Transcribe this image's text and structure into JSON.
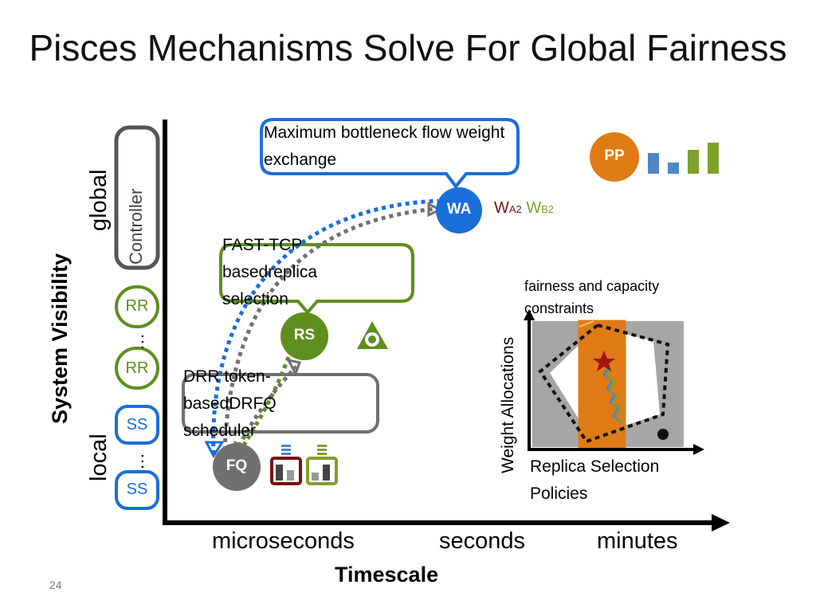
{
  "slide": {
    "title": "Pisces Mechanisms Solve For Global Fairness",
    "page_number": "24"
  },
  "axes": {
    "y_label": "System Visibility",
    "y_global": "global",
    "y_local": "local",
    "x_label": "Timescale",
    "x_ticks": [
      "microseconds",
      "seconds",
      "minutes"
    ]
  },
  "left_column": {
    "controller": "Controller",
    "rr_top": "RR",
    "rr_bottom": "RR",
    "ss_top": "SS",
    "ss_bottom": "SS",
    "ellipsis": "…"
  },
  "nodes": {
    "wa": "WA",
    "rs": "RS",
    "fq": "FQ",
    "pp": "PP"
  },
  "callouts": {
    "wa": "Maximum bottleneck flow weight exchange",
    "rs": "FAST-TCP basedreplica selection",
    "fq": "DRR token-basedDRFQ scheduler"
  },
  "weights": {
    "wa_letter": "W",
    "wa_sub": "A2",
    "wb_letter": "W",
    "wb_sub": "B2"
  },
  "inset": {
    "caption": "fairness and capacity constraints",
    "y_label": "Weight Allocations",
    "x_label": "Replica Selection Policies"
  },
  "colors": {
    "blue": "#1a6ed8",
    "green": "#5e8e1e",
    "gray": "#707070",
    "orange": "#e07b16",
    "dark_red": "#7a1010",
    "bar_blue": "#4f86c6",
    "bar_green": "#7fa12a"
  }
}
